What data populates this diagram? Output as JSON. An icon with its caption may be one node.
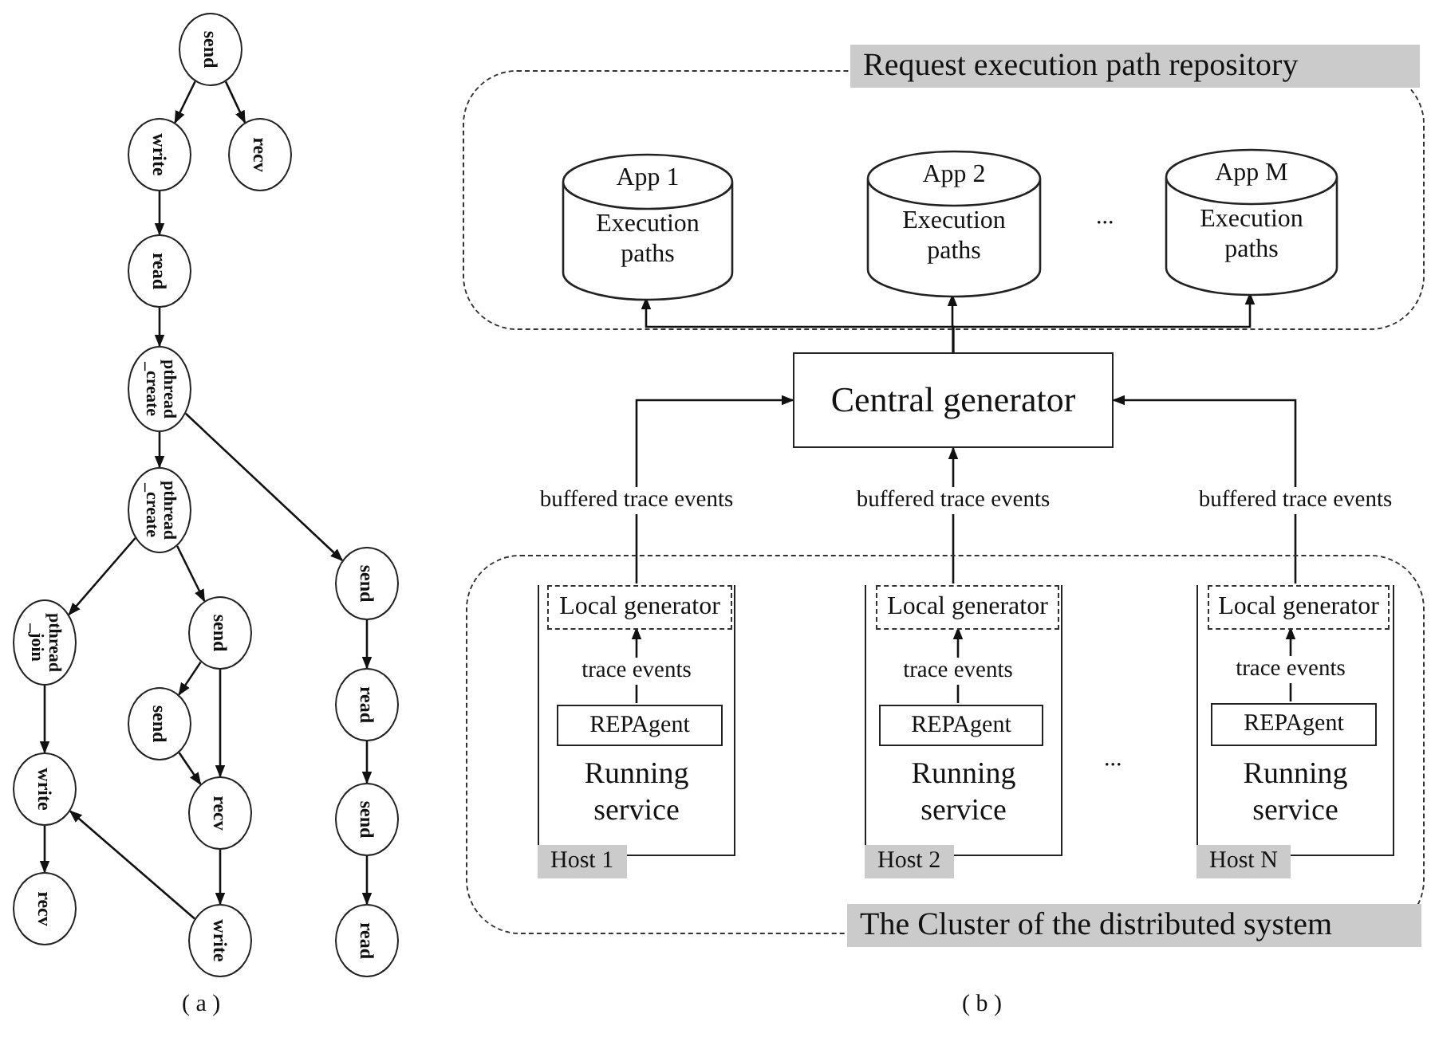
{
  "diagram": {
    "nodes": [
      {
        "text": [
          "send"
        ]
      },
      {
        "text": [
          "write"
        ]
      },
      {
        "text": [
          "recv"
        ]
      },
      {
        "text": [
          "read"
        ]
      },
      {
        "text": [
          "pthread _create"
        ]
      },
      {
        "text": [
          "pthread _create"
        ]
      },
      {
        "text": [
          "send"
        ]
      },
      {
        "text": [
          "pthread _join"
        ]
      },
      {
        "text": [
          "send"
        ]
      },
      {
        "text": [
          "send"
        ]
      },
      {
        "text": [
          "read"
        ]
      },
      {
        "text": [
          "write"
        ]
      },
      {
        "text": [
          "recv"
        ]
      },
      {
        "text": [
          "send"
        ]
      },
      {
        "text": [
          "recv"
        ]
      },
      {
        "text": [
          "write"
        ]
      },
      {
        "text": [
          "read"
        ]
      },
      {
        "text": [
          "Request execution path repository"
        ]
      },
      {
        "text": [
          "App 1",
          "Execution paths"
        ],
        "in": 17
      },
      {
        "text": [
          "App 2",
          "Execution paths"
        ],
        "in": 17
      },
      {
        "text": [
          "App M",
          "Execution paths"
        ],
        "in": 17
      },
      {
        "text": [
          "Central generator"
        ]
      },
      {
        "text": [
          "The Cluster of the distributed system"
        ]
      },
      {
        "text": [
          "Running service",
          "Host 1"
        ],
        "in": 22
      },
      {
        "text": [
          "Local generator"
        ],
        "in": 23
      },
      {
        "text": [
          "REPAgent"
        ],
        "in": 23
      },
      {
        "text": [
          "Running service",
          "Host 2"
        ],
        "in": 22
      },
      {
        "text": [
          "Local generator"
        ],
        "in": 26
      },
      {
        "text": [
          "REPAgent"
        ],
        "in": 26
      },
      {
        "text": [
          "Running service",
          "Host N"
        ],
        "in": 22
      },
      {
        "text": [
          "Local generator"
        ],
        "in": 29
      },
      {
        "text": [
          "REPAgent"
        ],
        "in": 29
      }
    ],
    "edges": [
      {
        "from": 0,
        "to": 1,
        "arrow": "to"
      },
      {
        "from": 0,
        "to": 2,
        "arrow": "to"
      },
      {
        "from": 1,
        "to": 3,
        "arrow": "to"
      },
      {
        "from": 3,
        "to": 4,
        "arrow": "to"
      },
      {
        "from": 4,
        "to": 5,
        "arrow": "to"
      },
      {
        "from": 4,
        "to": 6,
        "arrow": "to"
      },
      {
        "from": 5,
        "to": 7,
        "arrow": "to"
      },
      {
        "from": 5,
        "to": 8,
        "arrow": "to"
      },
      {
        "from": 8,
        "to": 9,
        "arrow": "to"
      },
      {
        "from": 8,
        "to": 12,
        "arrow": "to"
      },
      {
        "from": 9,
        "to": 12,
        "arrow": "to"
      },
      {
        "from": 7,
        "to": 11,
        "arrow": "to"
      },
      {
        "from": 11,
        "to": 14,
        "arrow": "to"
      },
      {
        "from": 12,
        "to": 15,
        "arrow": "to"
      },
      {
        "from": 15,
        "to": 11,
        "arrow": "to"
      },
      {
        "from": 6,
        "to": 10,
        "arrow": "to"
      },
      {
        "from": 10,
        "to": 13,
        "arrow": "to"
      },
      {
        "from": 13,
        "to": 16,
        "arrow": "to"
      },
      {
        "from": 24,
        "to": 21,
        "arrow": "to",
        "label": "buffered trace events"
      },
      {
        "from": 27,
        "to": 21,
        "arrow": "to",
        "label": "buffered trace events"
      },
      {
        "from": 30,
        "to": 21,
        "arrow": "to",
        "label": "buffered trace events"
      },
      {
        "from": 25,
        "to": 24,
        "arrow": "to",
        "label": "trace events"
      },
      {
        "from": 28,
        "to": 27,
        "arrow": "to",
        "label": "trace events"
      },
      {
        "from": 31,
        "to": 30,
        "arrow": "to",
        "label": "trace events"
      },
      {
        "from": 21,
        "to": 18,
        "arrow": "to"
      },
      {
        "from": 21,
        "to": 19,
        "arrow": "to"
      },
      {
        "from": 21,
        "to": 20,
        "arrow": "to"
      }
    ],
    "labels": [
      "...",
      "...",
      "( a )",
      "( b )"
    ]
  }
}
